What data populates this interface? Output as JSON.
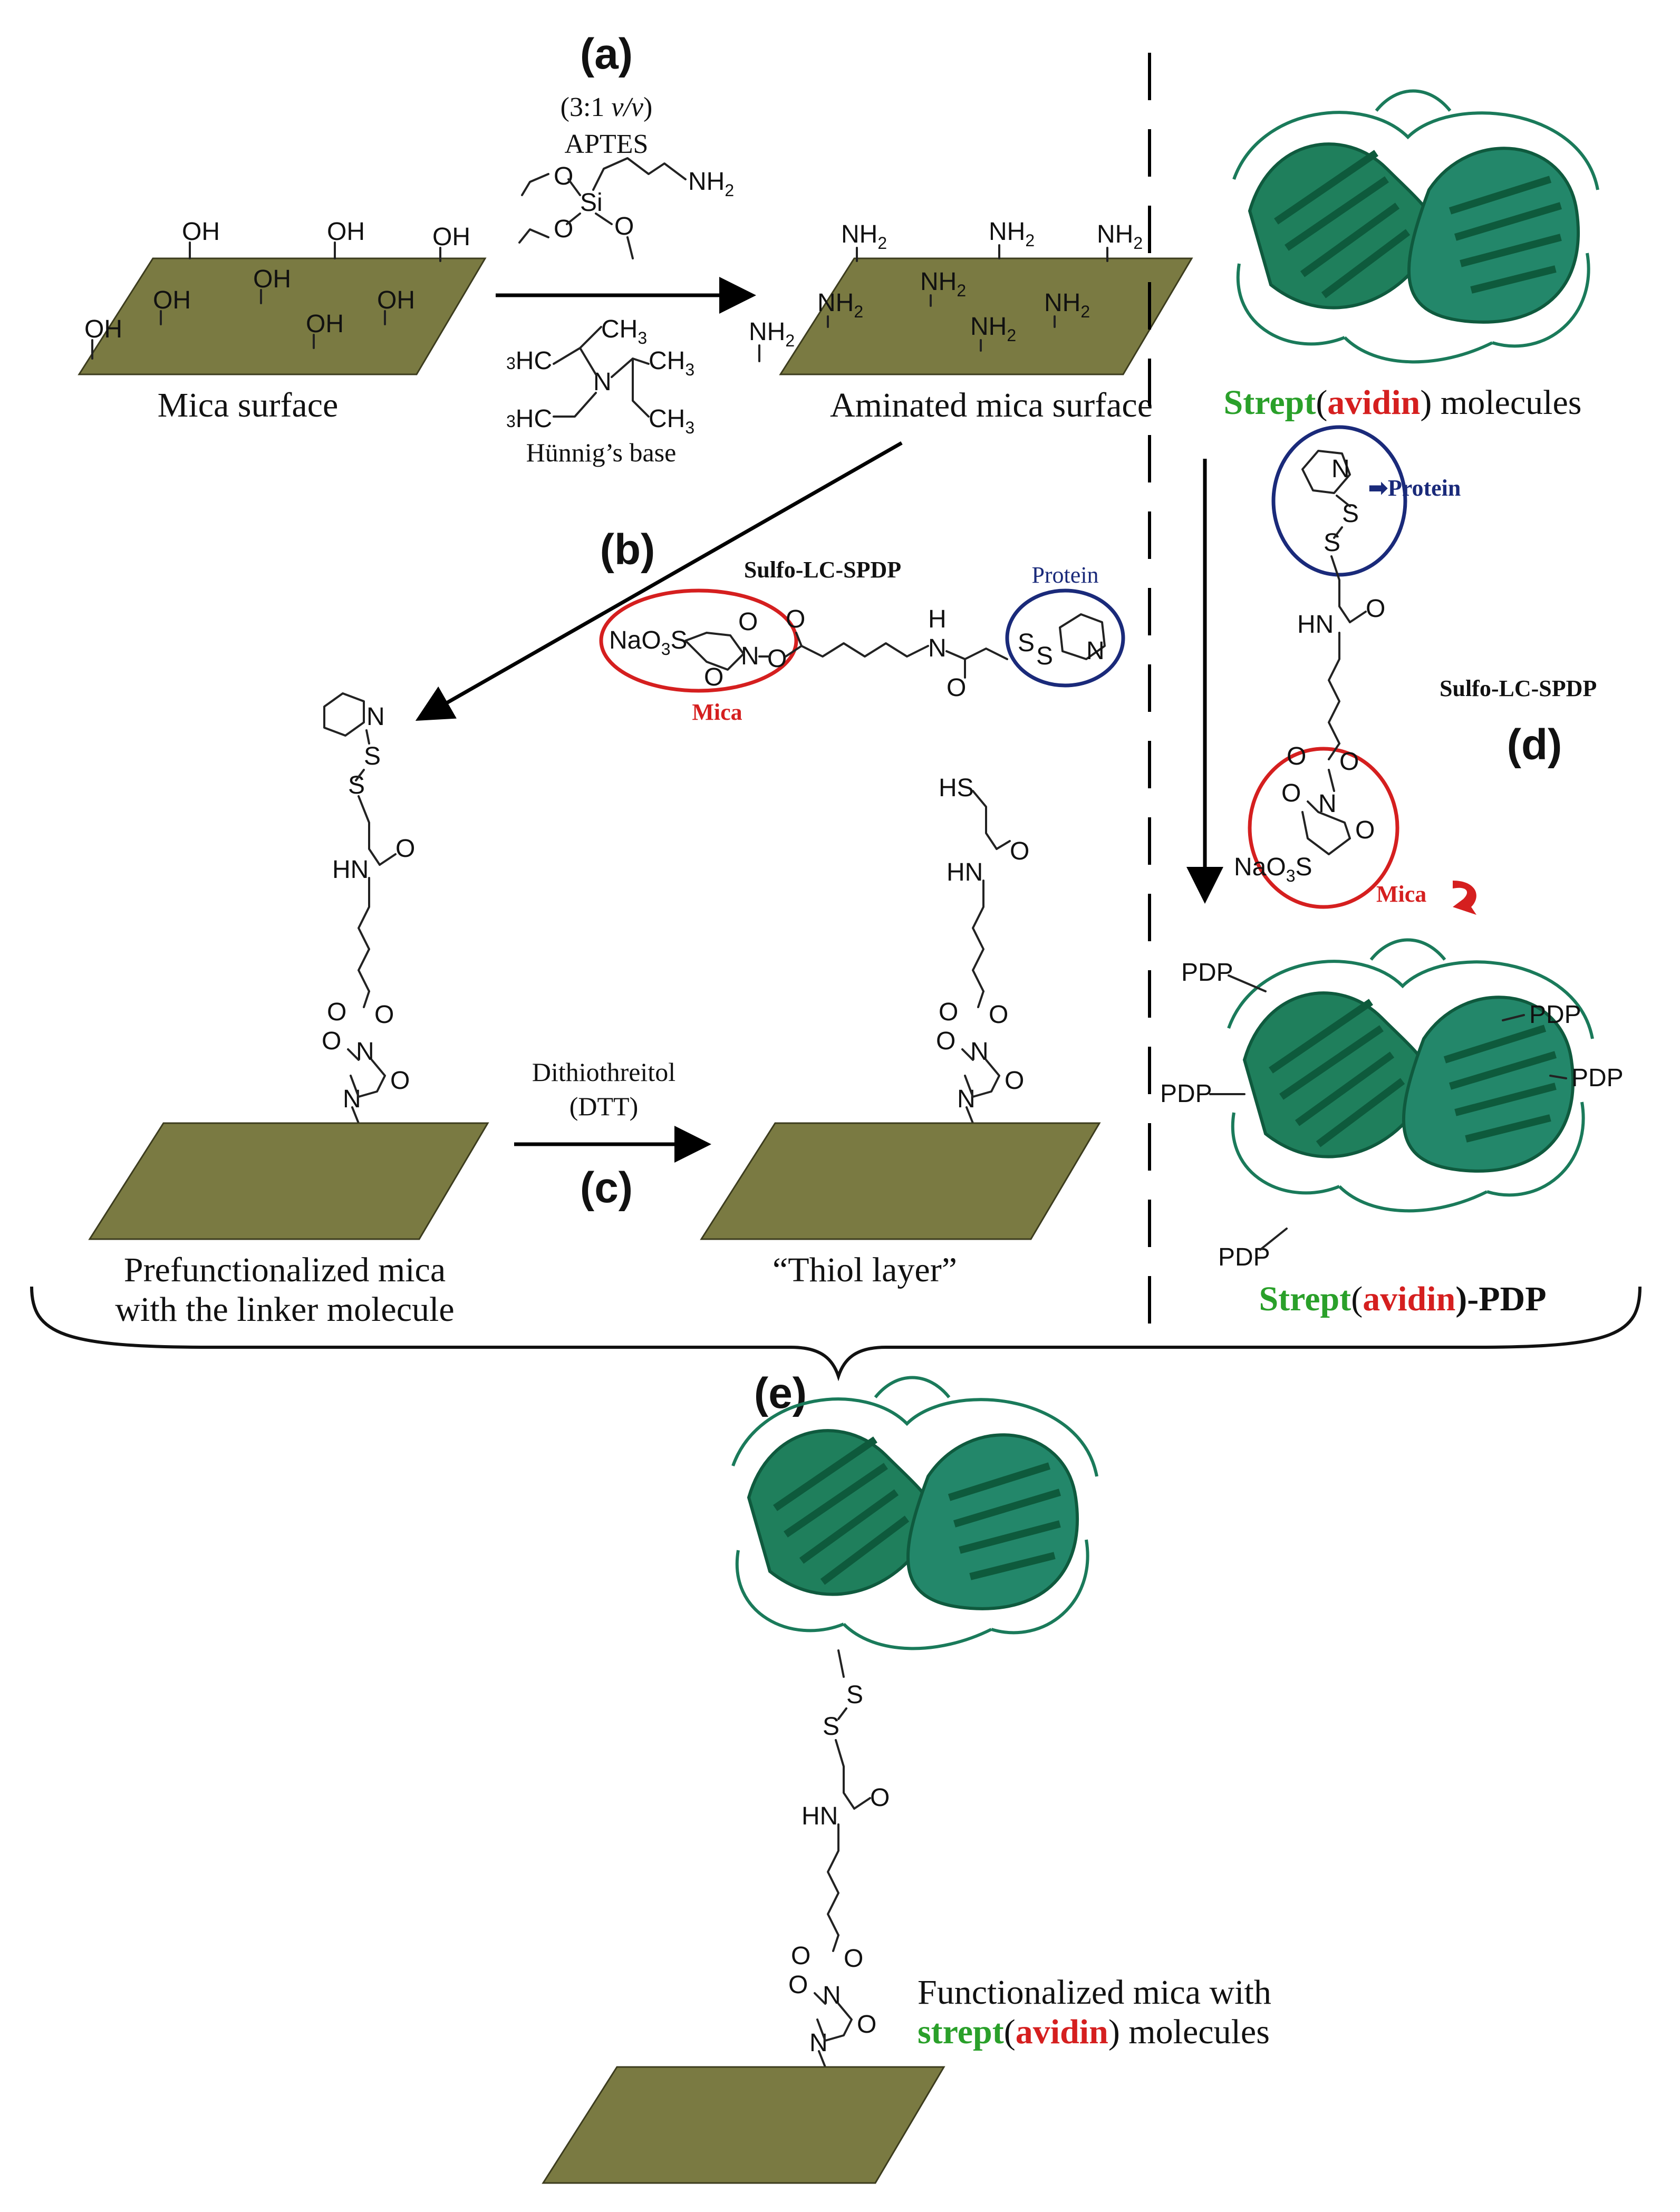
{
  "panels": {
    "a": "(a)",
    "b": "(b)",
    "c": "(c)",
    "d": "(d)",
    "e": "(e)"
  },
  "step_a": {
    "ratio_prefix": "(3:1 ",
    "ratio_unit": "v/v",
    "ratio_suffix": ")",
    "reagent": "APTES",
    "base_name": "Hünnig’s base"
  },
  "captions": {
    "mica_surface": "Mica surface",
    "aminated_surface": "Aminated mica surface",
    "prefunctionalized_line1": "Prefunctionalized mica",
    "prefunctionalized_line2": "with the linker molecule",
    "thiol_layer": "“Thiol layer”",
    "functionalized_line1": "Functionalized mica with",
    "functionalized_strept": "strept",
    "functionalized_avidin": "avidin",
    "functionalized_tail": ") molecules"
  },
  "strept_label": {
    "strept": "Strept",
    "open": "(",
    "avidin": "avidin",
    "close": ")",
    "molecules": " molecules",
    "pdp_suffix": ")-PDP"
  },
  "linker": {
    "name": "Sulfo-LC-SPDP",
    "mica_tag": "Mica",
    "protein_tag": "Protein",
    "protein_arrow_tag": "➡Protein"
  },
  "step_c": {
    "reagent_line1": "Dithiothreitol",
    "reagent_line2": "(DTT)"
  },
  "chem_labels": {
    "oh": "OH",
    "nh2": "NH",
    "sub2": "2",
    "pdp": "PDP",
    "hs": "HS",
    "hn": "HN",
    "o": "O",
    "n": "N",
    "s": "S",
    "si": "Si",
    "nao3s": "NaO",
    "sub3": "3",
    "ch3": "CH",
    "h3c": "HC",
    "h3c_pre": "3",
    "h": "H"
  },
  "colors": {
    "mica": "#7a7a42",
    "protein": "#1f7f5c",
    "protein_dark": "#0f5a3e",
    "accent_red": "#d51f1f",
    "accent_blue": "#1a2a7a",
    "accent_green": "#2aa02a"
  }
}
